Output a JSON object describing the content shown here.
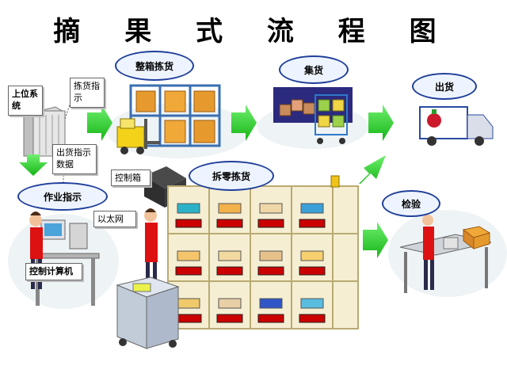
{
  "title": "摘 果 式 流 程 图",
  "labels": {
    "host_system": "上位系统",
    "picking_instruction": "拣货指示",
    "whole_case_picking": "整箱拣货",
    "collect": "集货",
    "ship": "出货",
    "shipping_data": "出货指示数据",
    "control_box": "控制箱",
    "piece_picking": "拆零拣货",
    "work_instruction": "作业指示",
    "ethernet": "以太网",
    "inspection": "检验",
    "control_computer": "控制计算机"
  },
  "colors": {
    "arrow": "#22cc22",
    "pill_border": "#1f3f9a",
    "rack": "#f5eed2",
    "tray_red": "#cc0000",
    "worker_apron": "#dd1111"
  }
}
